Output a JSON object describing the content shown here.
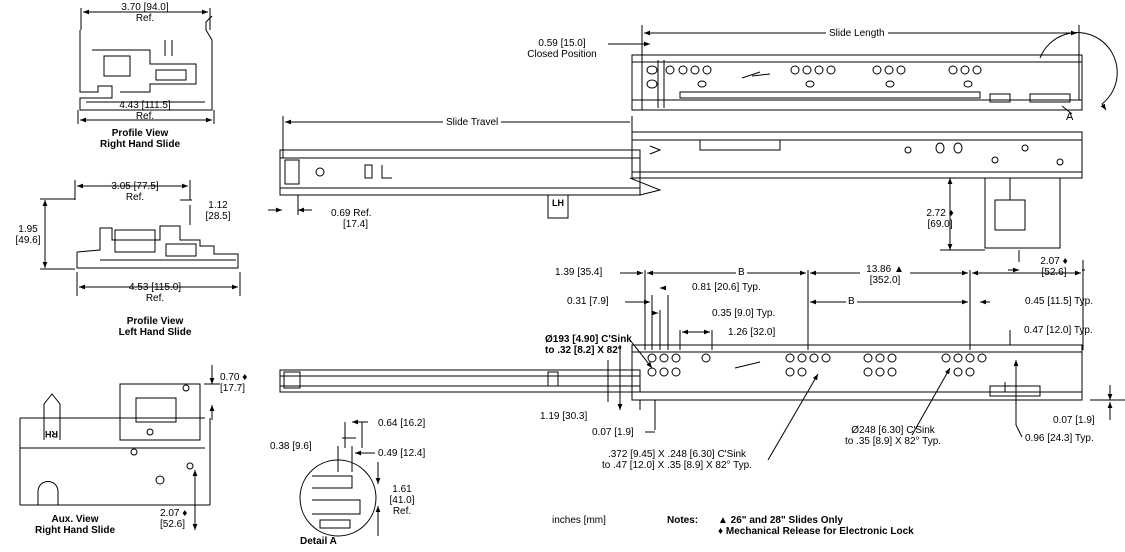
{
  "profile_rh": {
    "dim_top": "3.70 [94.0]",
    "dim_top_ref": "Ref.",
    "dim_bottom": "4.43 [111.5]",
    "dim_bottom_ref": "Ref.",
    "title1": "Profile View",
    "title2": "Right Hand Slide"
  },
  "profile_lh": {
    "dim_top": "3.05 [77.5]",
    "dim_top_ref": "Ref.",
    "dim_right_a": "1.12",
    "dim_right_b": "[28.5]",
    "dim_left_a": "1.95",
    "dim_left_b": "[49.6]",
    "dim_bottom": "4.53 [115.0]",
    "dim_bottom_ref": "Ref.",
    "title1": "Profile View",
    "title2": "Left Hand Slide"
  },
  "aux": {
    "dim_top_a": "0.70 ♦",
    "dim_top_b": "[17.7]",
    "dim_bottom_a": "2.07 ♦",
    "dim_bottom_b": "[52.6]",
    "title1": "Aux. View",
    "title2": "Right Hand Slide",
    "tag": "RH"
  },
  "detail": {
    "dim_064": "0.64 [16.2]",
    "dim_038": "0.38 [9.6]",
    "dim_049": "0.49 [12.4]",
    "dim_161_a": "1.61",
    "dim_161_b": "[41.0]",
    "dim_161_c": "Ref.",
    "title": "Detail A"
  },
  "top_view": {
    "slide_length": "Slide Length",
    "closed_a": "0.59 [15.0]",
    "closed_b": "Closed Position",
    "detail_callout": "A",
    "slide_travel": "Slide Travel",
    "ref_069_a": "0.69 Ref.",
    "ref_069_b": "[17.4]",
    "dim_272_a": "2.72 ♦",
    "dim_272_b": "[69.0]",
    "dim_207_a": "2.07 ♦",
    "dim_207_b": "[52.6]",
    "lh_tag": "LH"
  },
  "side_view": {
    "dim_139": "1.39 [35.4]",
    "b1": "B",
    "b2": "B",
    "dim_1386_a": "13.86 ▲",
    "dim_1386_b": "[352.0]",
    "dim_031": "0.31 [7.9]",
    "dim_081": "0.81 [20.6] Typ.",
    "dim_035": "0.35 [9.0] Typ.",
    "dim_126": "1.26 [32.0]",
    "dim_045": "0.45 [11.5] Typ.",
    "dim_047": "0.47 [12.0] Typ.",
    "csink1_a": "Ø193 [4.90] C'Sink",
    "csink1_b": "to .32 [8.2] X 82°",
    "dim_119": "1.19 [30.3]",
    "dim_007_left": "0.07 [1.9]",
    "csink2_a": ".372 [9.45] X .248 [6.30] C'Sink",
    "csink2_b": "to .47 [12.0] X .35 [8.9] X 82° Typ.",
    "csink3_a": "Ø248 [6.30] C'Sink",
    "csink3_b": "to .35 [8.9] X 82° Typ.",
    "dim_007_right": "0.07 [1.9]",
    "dim_096": "0.96 [24.3] Typ."
  },
  "units": "inches [mm]",
  "notes": {
    "label": "Notes:",
    "line1": "▲ 26\" and 28\" Slides Only",
    "line2": "♦ Mechanical Release for Electronic Lock"
  }
}
